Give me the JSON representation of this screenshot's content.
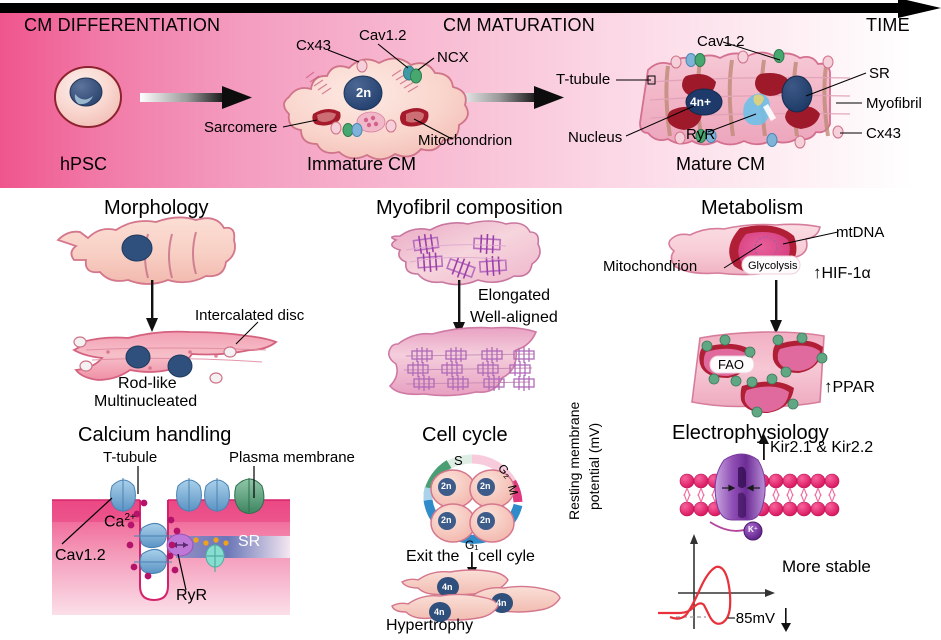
{
  "figure": {
    "title_hidden": "",
    "colors": {
      "pink_dark": "#ef5f93",
      "pink_mid": "#f6a7c3",
      "pink_light": "#fbdfe9",
      "cell_fill": "#f8d3cb",
      "cell_stroke": "#d4738c",
      "nucleus": "#2e4d77",
      "mito_red": "#a61b2b",
      "membrane_pink": "#ec5f91",
      "sr_blue": "#6a7fc0",
      "trace_red": "#e8313a",
      "channel_blue": "#7fb4d8",
      "channel_green": "#4f9b78",
      "ryr_purple": "#b76fd0",
      "kir_purple": "#8b4fa8",
      "black": "#000000"
    }
  },
  "timeline": {
    "left_label": "CM DIFFERENTIATION",
    "mid_label": "CM MATURATION",
    "right_label": "TIME",
    "stages": [
      {
        "name": "hPSC",
        "caption": "hPSC"
      },
      {
        "name": "immature-cm",
        "caption": "Immature CM"
      },
      {
        "name": "mature-cm",
        "caption": "Mature CM"
      }
    ],
    "immature_labels": {
      "cx43": "Cx43",
      "cav12": "Cav1.2",
      "ncx": "NCX",
      "sarcomere": "Sarcomere",
      "mitochondrion": "Mitochondrion",
      "ploidy": "2n"
    },
    "mature_labels": {
      "cav12": "Cav1.2",
      "sr": "SR",
      "myofibril": "Myofibril",
      "cx43": "Cx43",
      "t_tubule": "T-tubule",
      "nucleus": "Nucleus",
      "ryr": "RyR",
      "ploidy": "4n+"
    }
  },
  "panels": {
    "morphology": {
      "title": "Morphology",
      "annotation": "Intercalated disc",
      "caption_line1": "Rod-like",
      "caption_line2": "Multinucleated"
    },
    "myofibril": {
      "title": "Myofibril composition",
      "arrow_line1": "Elongated",
      "arrow_line2": "Well-aligned"
    },
    "metabolism": {
      "title": "Metabolism",
      "mtdna": "mtDNA",
      "mitochondrion": "Mitochondrion",
      "glycolysis": "Glycolysis",
      "hif": "HIF-1α",
      "fao": "FAO",
      "ppar": "PPAR",
      "up_arrow": "↑"
    },
    "calcium": {
      "title": "Calcium handling",
      "t_tubule": "T-tubule",
      "plasma_membrane": "Plasma membrane",
      "calcium_ion": "Ca",
      "calcium_charge": "2+",
      "cav12": "Cav1.2",
      "ryr": "RyR",
      "sr": "SR"
    },
    "cellcycle": {
      "title": "Cell cycle",
      "phases": [
        "S",
        "G₂",
        "M",
        "G₁"
      ],
      "ploidy_ring": [
        "2n",
        "2n",
        "2n",
        "2n"
      ],
      "exit_text_a": "Exit the",
      "exit_text_b": "cell cyle",
      "ploidy_hyper": [
        "4n",
        "4n",
        "4n"
      ],
      "caption": "Hypertrophy"
    },
    "electrophysiology": {
      "title": "Electrophysiology",
      "kir": "Kir2.1 & Kir2.2",
      "up_arrow": "↑",
      "potassium": "K⁺",
      "y_axis_line1": "Resting membrane",
      "y_axis_line2": "potential (mV)",
      "more_stable": "More stable",
      "rmp_value": "−85mV",
      "down_arrow": "↓"
    }
  }
}
